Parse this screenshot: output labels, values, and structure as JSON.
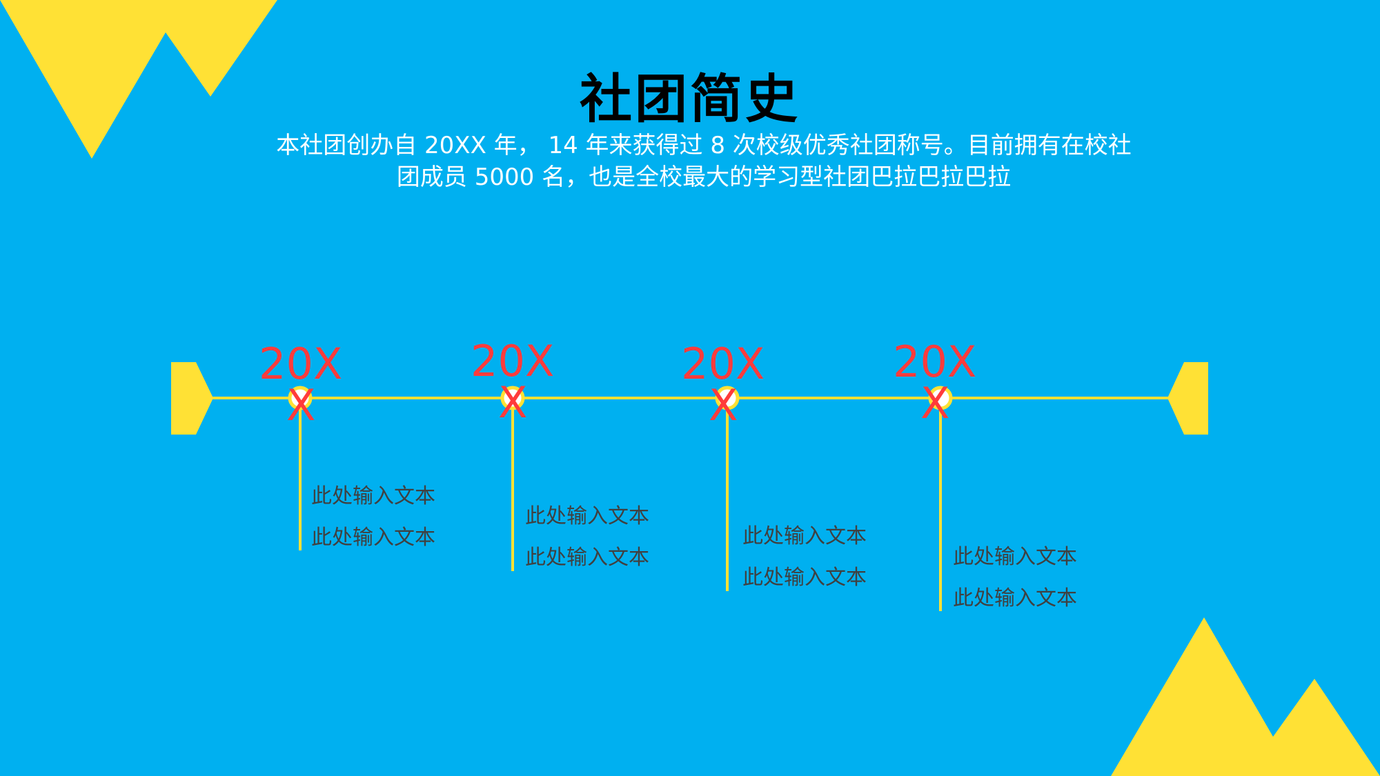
{
  "title": "社团简史",
  "intro": {
    "line1": "本社团创办自 20XX 年， 14 年来获得过 8 次校级优秀社团称号。目前拥有在校社",
    "line2": "团成员 5000 名，也是全校最大的学习型社团巴拉巴拉巴拉"
  },
  "colors": {
    "background": "#00b0f0",
    "accent": "#ffe135",
    "year": "#ff3b3b"
  },
  "timeline": [
    {
      "year_line1": "20X",
      "year_line2": "X",
      "text1": "此处输入文本",
      "text2": "此处输入文本"
    },
    {
      "year_line1": "20X",
      "year_line2": "X",
      "text1": "此处输入文本",
      "text2": "此处输入文本"
    },
    {
      "year_line1": "20X",
      "year_line2": "X",
      "text1": "此处输入文本",
      "text2": "此处输入文本"
    },
    {
      "year_line1": "20X",
      "year_line2": "X",
      "text1": "此处输入文本",
      "text2": "此处输入文本"
    }
  ]
}
